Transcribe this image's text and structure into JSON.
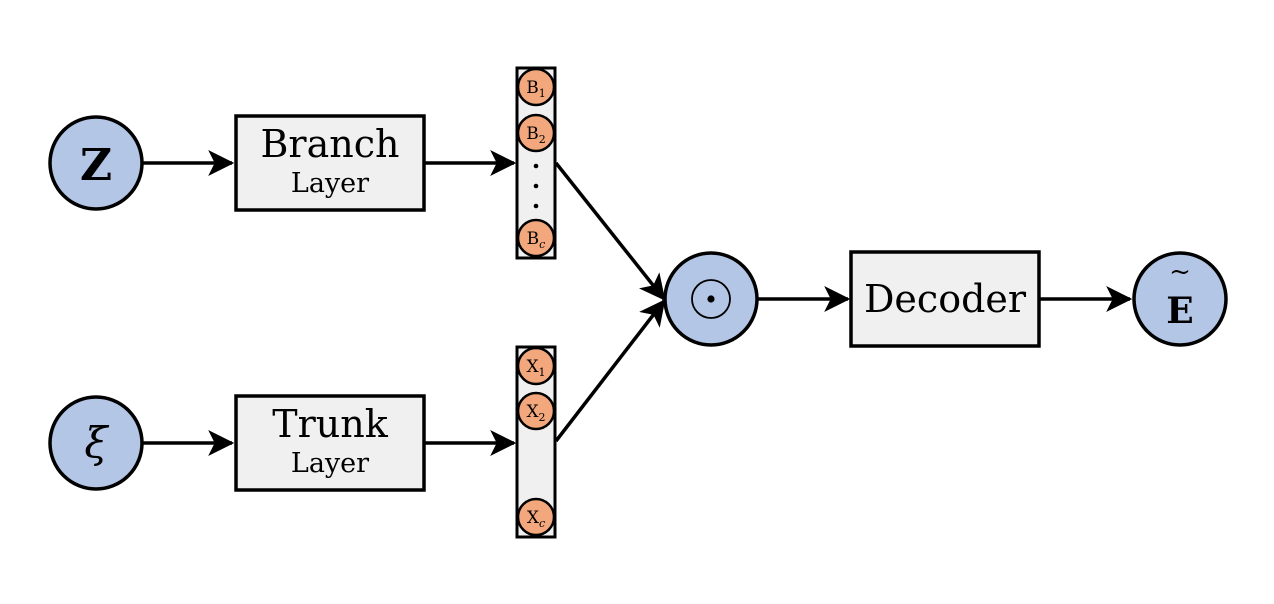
{
  "colors": {
    "node_fill": "#b3c6e6",
    "box_fill": "#f0f0f0",
    "cell_fill": "#f2a77c",
    "stroke": "#000000"
  },
  "inputs": {
    "branch_input": "Z",
    "trunk_input": "ξ"
  },
  "layers": {
    "branch": {
      "title": "Branch",
      "subtitle": "Layer"
    },
    "trunk": {
      "title": "Trunk",
      "subtitle": "Layer"
    }
  },
  "branch_outputs": [
    {
      "letter": "B",
      "sub": "1"
    },
    {
      "letter": "B",
      "sub": "2"
    },
    {
      "letter": "B",
      "sub": "c"
    }
  ],
  "trunk_outputs": [
    {
      "letter": "X",
      "sub": "1"
    },
    {
      "letter": "X",
      "sub": "2"
    },
    {
      "letter": "X",
      "sub": "c"
    }
  ],
  "combine_node": "⊙",
  "decoder": {
    "label": "Decoder"
  },
  "output": {
    "letter": "E",
    "accent": "~"
  }
}
